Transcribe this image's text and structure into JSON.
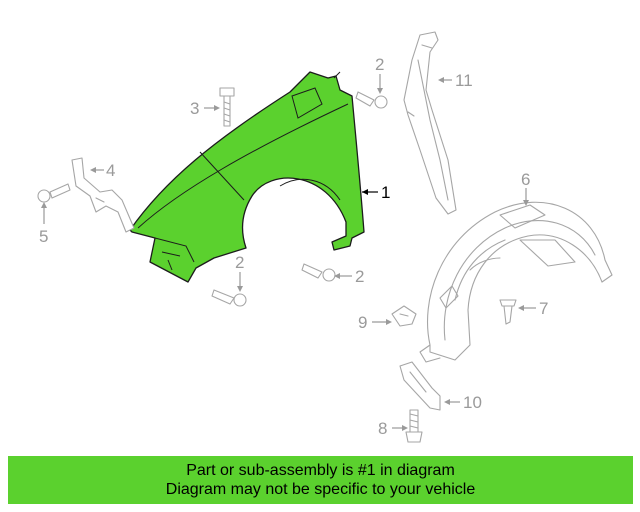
{
  "diagram": {
    "highlight_color": "#5bd12e",
    "callouts": [
      {
        "id": "c1",
        "label": "1",
        "active": true
      },
      {
        "id": "c2a",
        "label": "2",
        "active": false
      },
      {
        "id": "c2b",
        "label": "2",
        "active": false
      },
      {
        "id": "c2c",
        "label": "2",
        "active": false
      },
      {
        "id": "c3",
        "label": "3",
        "active": false
      },
      {
        "id": "c4",
        "label": "4",
        "active": false
      },
      {
        "id": "c5",
        "label": "5",
        "active": false
      },
      {
        "id": "c6",
        "label": "6",
        "active": false
      },
      {
        "id": "c7",
        "label": "7",
        "active": false
      },
      {
        "id": "c8",
        "label": "8",
        "active": false
      },
      {
        "id": "c9",
        "label": "9",
        "active": false
      },
      {
        "id": "c10",
        "label": "10",
        "active": false
      },
      {
        "id": "c11",
        "label": "11",
        "active": false
      }
    ]
  },
  "banner": {
    "line1": "Part or sub-assembly is #1 in diagram",
    "line2": "Diagram may not be specific to your vehicle",
    "background": "#5bd12e"
  }
}
